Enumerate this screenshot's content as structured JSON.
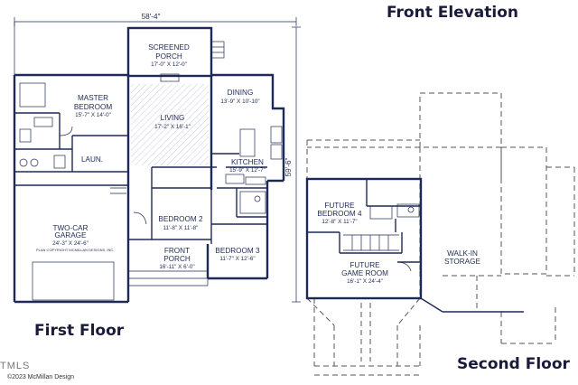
{
  "headings": {
    "front_elevation": "Front Elevation",
    "first_floor": "First Floor",
    "second_floor": "Second Floor"
  },
  "dimensions": {
    "overall_width": "58'-4\"",
    "overall_depth": "59'-6\""
  },
  "first_floor": {
    "screened_porch": {
      "name": "SCREENED",
      "name2": "PORCH",
      "size": "17'-0\" X 12'-0\""
    },
    "master_bedroom": {
      "name": "MASTER",
      "name2": "BEDROOM",
      "size": "15'-7\" X 14'-0\""
    },
    "living": {
      "name": "LIVING",
      "size": "17'-2\" X 16'-1\""
    },
    "dining": {
      "name": "DINING",
      "size": "13'-9\" X 10'-10\""
    },
    "kitchen": {
      "name": "KITCHEN",
      "size": "15'-9\" X 12'-7\""
    },
    "laundry": {
      "name": "LAUN."
    },
    "two_car_garage": {
      "name": "TWO-CAR",
      "name2": "GARAGE",
      "size": "24'-3\" X 24'-6\""
    },
    "garage_note": "PLAN COPYRIGHT MCMILLAN DESIGNS, INC.",
    "bedroom2": {
      "name": "BEDROOM 2",
      "size": "11'-8\" X 11'-8\""
    },
    "bedroom3": {
      "name": "BEDROOM 3",
      "size": "11'-7\" X 12'-6\""
    },
    "front_porch": {
      "name": "FRONT",
      "name2": "PORCH",
      "size": "16'-11\" X 6'-0\""
    }
  },
  "second_floor": {
    "future_bedroom4": {
      "name": "FUTURE",
      "name2": "BEDROOM 4",
      "size": "12'-8\" X 11'-7\""
    },
    "future_game_room": {
      "name": "FUTURE",
      "name2": "GAME ROOM",
      "size": "16'-1\" X 24'-4\""
    },
    "walk_in_storage": {
      "name": "WALK-IN",
      "name2": "STORAGE"
    }
  },
  "footer": {
    "copyright": "©2023 McMillan Design",
    "watermark": "TMLS"
  }
}
